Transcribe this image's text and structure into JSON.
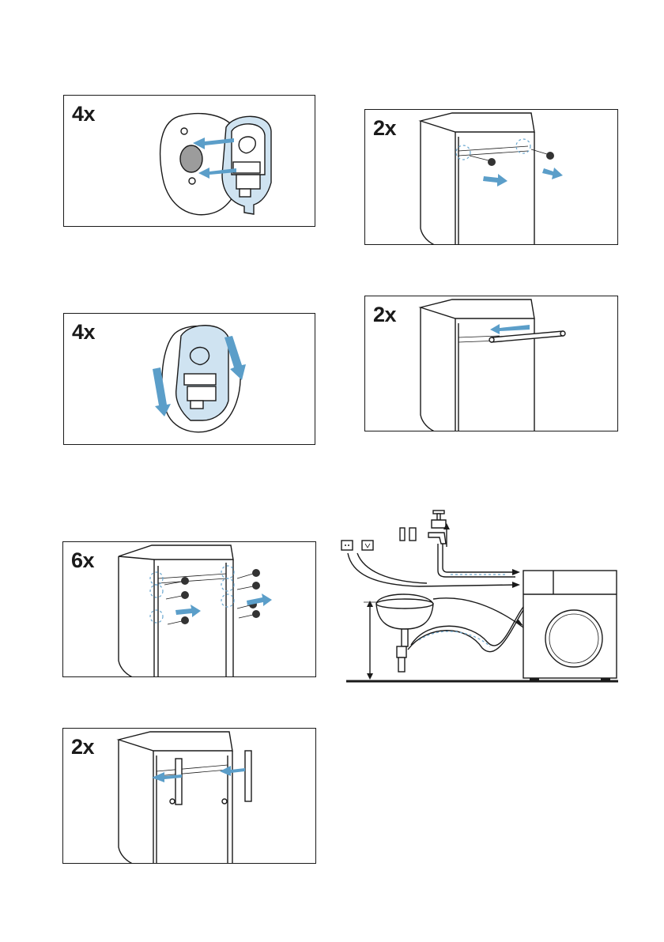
{
  "steps": [
    {
      "id": "step-1",
      "quantity": "4x"
    },
    {
      "id": "step-2",
      "quantity": "4x"
    },
    {
      "id": "step-3",
      "quantity": "6x"
    },
    {
      "id": "step-4",
      "quantity": "2x"
    },
    {
      "id": "step-5",
      "quantity": "2x"
    },
    {
      "id": "step-6",
      "quantity": ""
    }
  ],
  "colors": {
    "accent": "#5b9ec9",
    "line": "#1a1a1a"
  },
  "icons": [
    "foot-cap-icon",
    "cabinet-icon",
    "screw-icon",
    "arrow-icon",
    "bracket-icon",
    "rail-icon",
    "tap-icon",
    "socket-icon",
    "sink-icon",
    "washing-machine-icon"
  ]
}
